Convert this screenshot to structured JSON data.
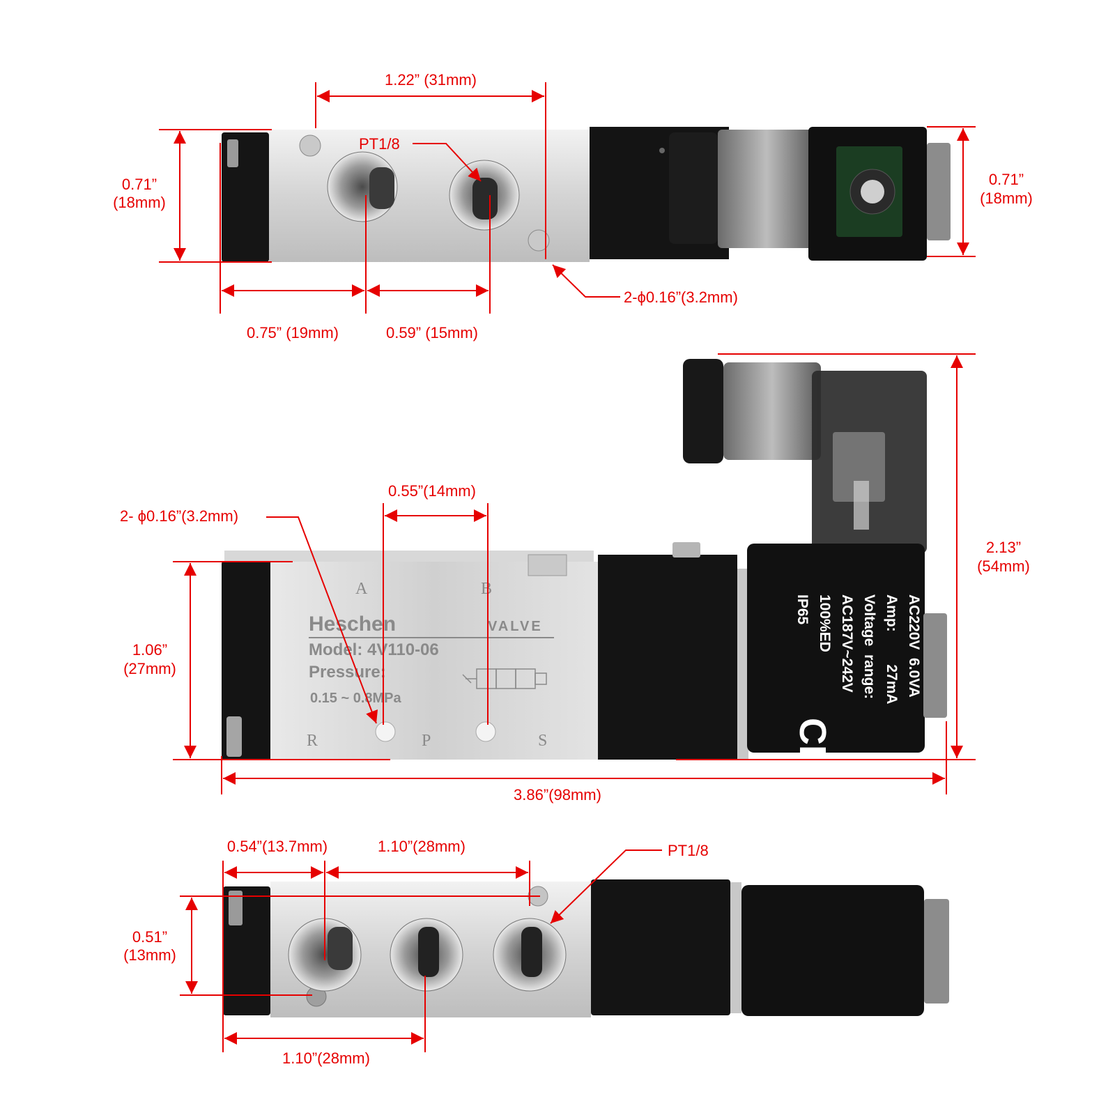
{
  "colors": {
    "dimension": "#e60000",
    "aluminum": "#d6d6d6",
    "coil": "#111111"
  },
  "top_view": {
    "width_1": "1.22” (31mm)",
    "port_label": "PT1/8",
    "height_left_1": "0.71”",
    "height_left_2": "(18mm)",
    "height_right_1": "0.71”",
    "height_right_2": "(18mm)",
    "hole_label": "2-ϕ0.16”(3.2mm)",
    "bottom_1": "0.75” (19mm)",
    "bottom_2": "0.59” (15mm)"
  },
  "side_view": {
    "pitch": "0.55”(14mm)",
    "hole_label": "2- ϕ0.16”(3.2mm)",
    "height_left_1": "1.06”",
    "height_left_2": "(27mm)",
    "height_right_1": "2.13”",
    "height_right_2": "(54mm)",
    "overall_length": "3.86”(98mm)",
    "body": {
      "brand": "Heschen",
      "valve": "VALVE",
      "model": "Model: 4V110-06",
      "pressure": "Pressure:",
      "pressure_range": "0.15 ~ 0.8MPa",
      "port_a": "A",
      "port_b": "B",
      "port_r": "R",
      "port_p": "P",
      "port_s": "S"
    },
    "coil_label": [
      "AC220V  6.0VA",
      "Amp:        27mA",
      "Voltage  range:",
      "AC187V~242V",
      "100%ED",
      "IP65"
    ],
    "ce_mark": "CE"
  },
  "bottom_view": {
    "dim_1": "0.54”(13.7mm)",
    "dim_2": "1.10”(28mm)",
    "port_label": "PT1/8",
    "height_1": "0.51”",
    "height_2": "(13mm)",
    "bottom_dim": "1.10”(28mm)"
  }
}
